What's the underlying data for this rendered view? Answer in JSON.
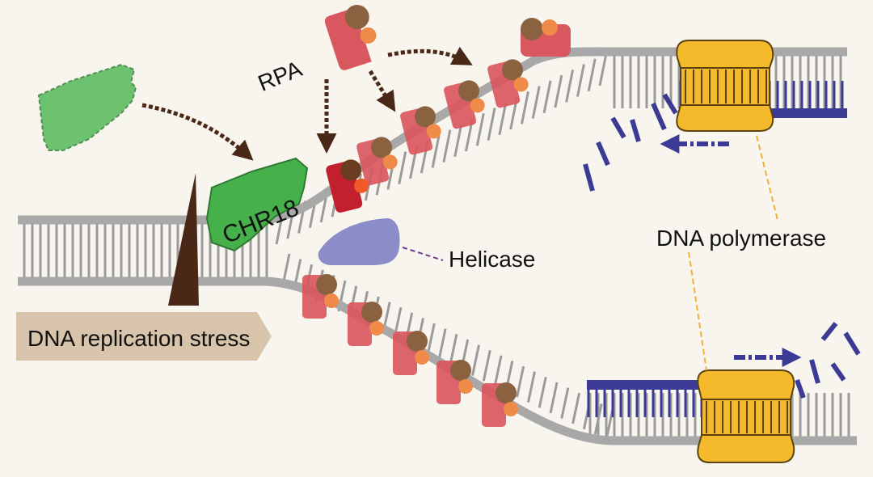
{
  "labels": {
    "rpa": "RPA",
    "chr18": "CHR18",
    "helicase": "Helicase",
    "dna_polymerase": "DNA polymerase",
    "stress": "DNA replication stress"
  },
  "colors": {
    "background": "#f8f4ee",
    "dna_backbone": "#a8a8a8",
    "dna_rung": "#9b9b9b",
    "new_strand": "#3b3b96",
    "chr18_green": "#46b14a",
    "chr18_faded": "#6cc26f",
    "rpa_red": "#d9575e",
    "rpa_red_dark": "#c3202f",
    "rpa_brown": "#8a6240",
    "rpa_orange": "#ef8a48",
    "helicase": "#8b8cc8",
    "polymerase": "#f5b92c",
    "stress_box": "#d8c3ab",
    "stress_wedge": "#4a2818",
    "arrow_dark": "#4a2818",
    "arrow_blue": "#3b3b96",
    "leader_dashed": "#f2b136",
    "helicase_leader": "#6a3c8c"
  },
  "icons": {
    "rpa": "rpa-complex-icon",
    "chr18": "chr18-protein-icon",
    "helicase": "helicase-icon",
    "polymerase": "dna-polymerase-icon",
    "stress": "stress-wedge-icon"
  }
}
